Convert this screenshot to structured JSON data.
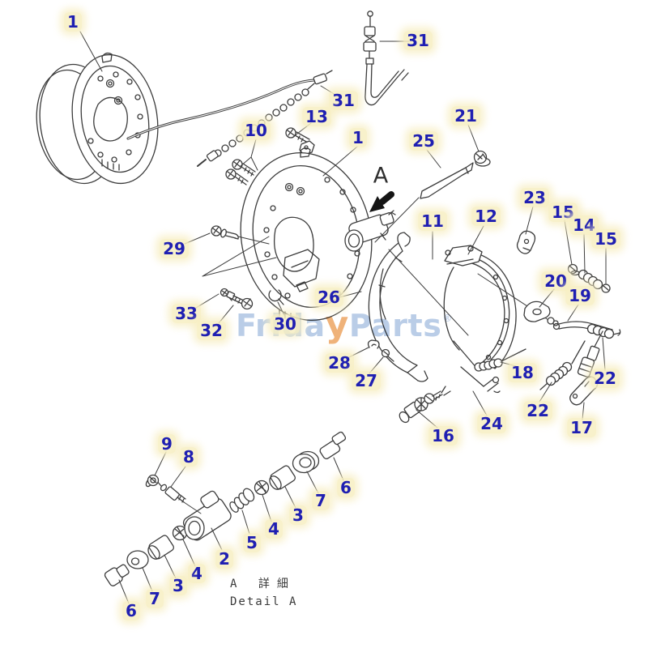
{
  "figure": {
    "type": "exploded-parts-diagram",
    "subject": "drum brake assembly with wheel cylinder detail",
    "line_color": "#3c3c3c",
    "label_color": "#1f1fb2",
    "label_halo_color": "#f7eec2"
  },
  "watermark": {
    "prefix": "Frida",
    "accent_letter": "y",
    "suffix": "Parts",
    "registered_mark": "®",
    "text_color": "#b7cbe6",
    "accent_color": "#efae72"
  },
  "view_marker": {
    "letter": "A"
  },
  "detail_note": {
    "line1_jp": "A 詳細",
    "line2_en": "Detail A"
  },
  "callouts": {
    "c1_top": "1",
    "c31_top": "31",
    "c31_mid": "31",
    "c13": "13",
    "c10": "10",
    "c1_mid": "1",
    "c21": "21",
    "c25": "25",
    "c23": "23",
    "c15_a": "15",
    "c14": "14",
    "c15_b": "15",
    "c11": "11",
    "c12": "12",
    "c29": "29",
    "c26": "26",
    "c20": "20",
    "c19": "19",
    "c33": "33",
    "c32": "32",
    "c30": "30",
    "c28": "28",
    "c27": "27",
    "c18": "18",
    "c22_a": "22",
    "c22_b": "22",
    "c16": "16",
    "c24": "24",
    "c17": "17",
    "c9": "9",
    "c8": "8",
    "c6_r": "6",
    "c7_r": "7",
    "c3_r": "3",
    "c4_r": "4",
    "c5": "5",
    "c2": "2",
    "c4_l": "4",
    "c3_l": "3",
    "c7_l": "7",
    "c6_l": "6"
  }
}
